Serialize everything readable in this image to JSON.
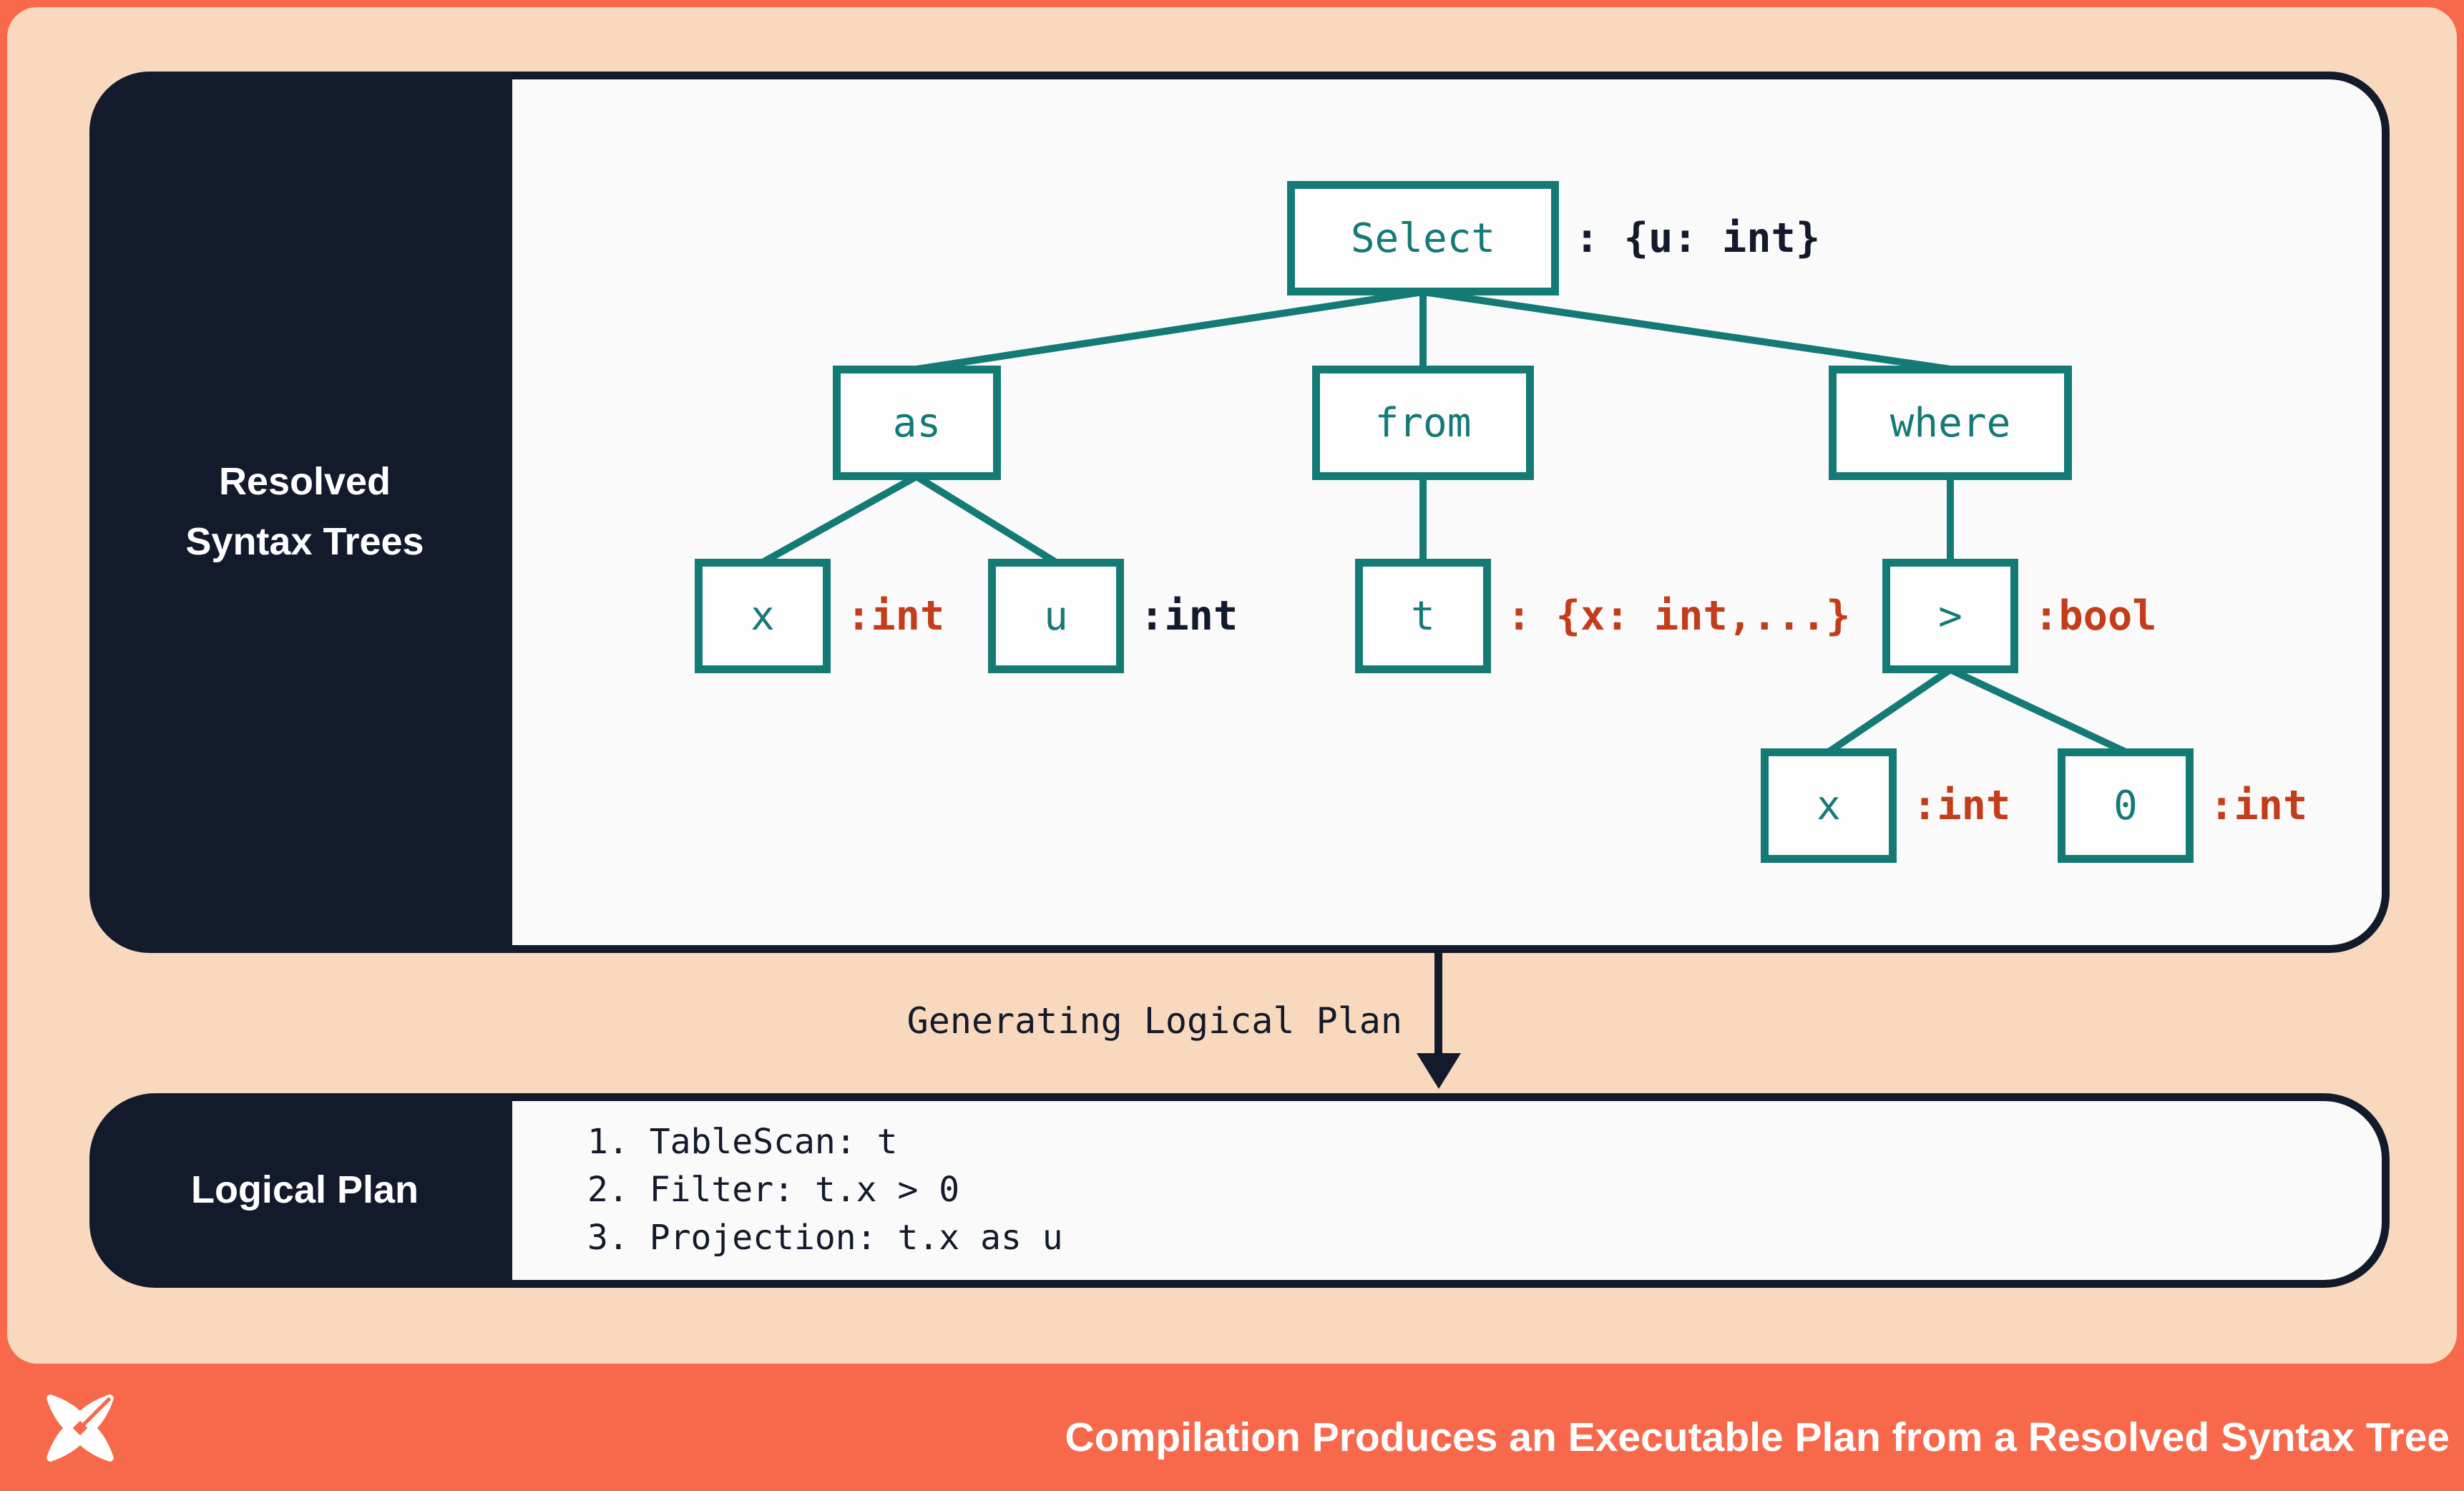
{
  "colors": {
    "orange": "#F8684B",
    "peach": "#F8D9BE",
    "navy": "#121A2B",
    "teal": "#147A75",
    "red": "#C33D1B",
    "panel_background": "#FAFAFB"
  },
  "top_panel": {
    "sidebar_label_line1": "Resolved",
    "sidebar_label_line2": "Syntax Trees"
  },
  "tree": {
    "nodes": [
      {
        "label": "Select",
        "annotation": ": {u: int}"
      },
      {
        "label": "as"
      },
      {
        "label": "from"
      },
      {
        "label": "where"
      },
      {
        "label": "x",
        "annotation": ":int"
      },
      {
        "label": "u",
        "annotation": ":int"
      },
      {
        "label": "t",
        "annotation": ": {x: int,...}"
      },
      {
        "label": ">",
        "annotation": ":bool"
      },
      {
        "label": "x",
        "annotation": ":int"
      },
      {
        "label": "0",
        "annotation": ":int"
      }
    ]
  },
  "transition": {
    "label": "Generating Logical Plan"
  },
  "bottom_panel": {
    "sidebar_label": "Logical Plan",
    "steps": [
      "1. TableScan: t",
      "2. Filter: t.x > 0",
      "3. Projection: t.x as u"
    ]
  },
  "footer": {
    "logo": "dbt-star-logo",
    "title": "Compilation Produces an Executable Plan from a Resolved Syntax Tree"
  }
}
